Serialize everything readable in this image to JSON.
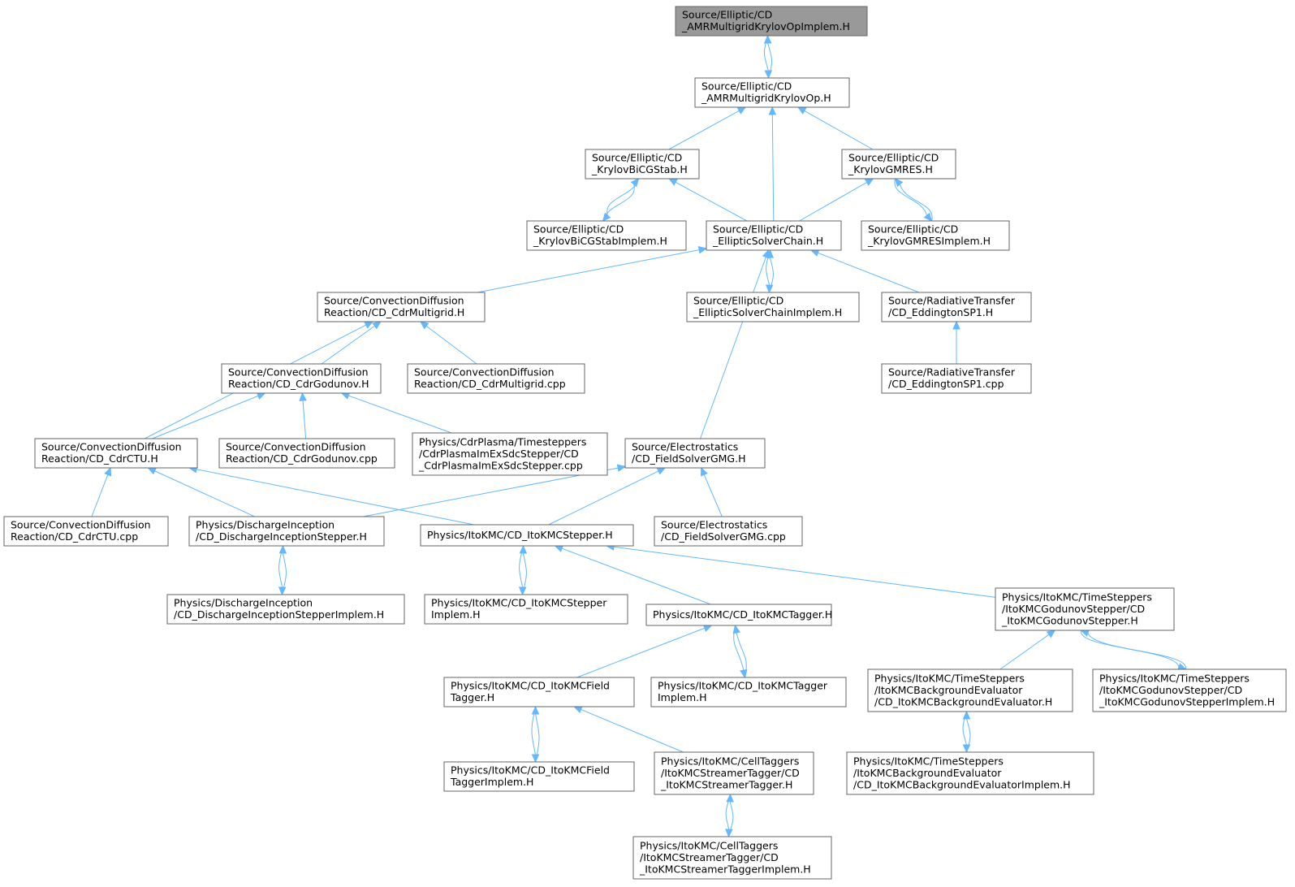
{
  "colors": {
    "edge": "#63b8ff",
    "node_border": "#666666",
    "root_fill": "#999999",
    "node_fill": "#ffffff"
  },
  "nodes": [
    {
      "id": "n0",
      "lines": [
        "Source/Elliptic/CD",
        "_AMRMultigridKrylovOpImplem.H"
      ],
      "root": true
    },
    {
      "id": "n1",
      "lines": [
        "Source/Elliptic/CD",
        "_AMRMultigridKrylovOp.H"
      ]
    },
    {
      "id": "n2",
      "lines": [
        "Source/Elliptic/CD",
        "_KrylovBiCGStab.H"
      ]
    },
    {
      "id": "n3",
      "lines": [
        "Source/Elliptic/CD",
        "_KrylovGMRES.H"
      ]
    },
    {
      "id": "n4",
      "lines": [
        "Source/Elliptic/CD",
        "_KrylovBiCGStabImplem.H"
      ]
    },
    {
      "id": "n5",
      "lines": [
        "Source/Elliptic/CD",
        "_EllipticSolverChain.H"
      ]
    },
    {
      "id": "n6",
      "lines": [
        "Source/Elliptic/CD",
        "_KrylovGMRESImplem.H"
      ]
    },
    {
      "id": "n7",
      "lines": [
        "Source/ConvectionDiffusion",
        "Reaction/CD_CdrMultigrid.H"
      ]
    },
    {
      "id": "n8",
      "lines": [
        "Source/Elliptic/CD",
        "_EllipticSolverChainImplem.H"
      ]
    },
    {
      "id": "n9",
      "lines": [
        "Source/RadiativeTransfer",
        "/CD_EddingtonSP1.H"
      ]
    },
    {
      "id": "n10",
      "lines": [
        "Source/ConvectionDiffusion",
        "Reaction/CD_CdrGodunov.H"
      ]
    },
    {
      "id": "n11",
      "lines": [
        "Source/ConvectionDiffusion",
        "Reaction/CD_CdrMultigrid.cpp"
      ]
    },
    {
      "id": "n12",
      "lines": [
        "Source/RadiativeTransfer",
        "/CD_EddingtonSP1.cpp"
      ]
    },
    {
      "id": "n13",
      "lines": [
        "Source/ConvectionDiffusion",
        "Reaction/CD_CdrCTU.H"
      ]
    },
    {
      "id": "n14",
      "lines": [
        "Source/ConvectionDiffusion",
        "Reaction/CD_CdrGodunov.cpp"
      ]
    },
    {
      "id": "n15",
      "lines": [
        "Physics/CdrPlasma/Timesteppers",
        "/CdrPlasmaImExSdcStepper/CD",
        "_CdrPlasmaImExSdcStepper.cpp"
      ]
    },
    {
      "id": "n16",
      "lines": [
        "Source/Electrostatics",
        "/CD_FieldSolverGMG.H"
      ]
    },
    {
      "id": "n17",
      "lines": [
        "Source/ConvectionDiffusion",
        "Reaction/CD_CdrCTU.cpp"
      ]
    },
    {
      "id": "n18",
      "lines": [
        "Physics/DischargeInception",
        "/CD_DischargeInceptionStepper.H"
      ]
    },
    {
      "id": "n19",
      "lines": [
        "Physics/ItoKMC/CD_ItoKMCStepper.H"
      ]
    },
    {
      "id": "n20",
      "lines": [
        "Source/Electrostatics",
        "/CD_FieldSolverGMG.cpp"
      ]
    },
    {
      "id": "n21",
      "lines": [
        "Physics/DischargeInception",
        "/CD_DischargeInceptionStepperImplem.H"
      ]
    },
    {
      "id": "n22",
      "lines": [
        "Physics/ItoKMC/CD_ItoKMCStepper",
        "Implem.H"
      ]
    },
    {
      "id": "n23",
      "lines": [
        "Physics/ItoKMC/CD_ItoKMCTagger.H"
      ]
    },
    {
      "id": "n24",
      "lines": [
        "Physics/ItoKMC/TimeSteppers",
        "/ItoKMCGodunovStepper/CD",
        "_ItoKMCGodunovStepper.H"
      ]
    },
    {
      "id": "n25",
      "lines": [
        "Physics/ItoKMC/CD_ItoKMCField",
        "Tagger.H"
      ]
    },
    {
      "id": "n26",
      "lines": [
        "Physics/ItoKMC/CD_ItoKMCTagger",
        "Implem.H"
      ]
    },
    {
      "id": "n27",
      "lines": [
        "Physics/ItoKMC/TimeSteppers",
        "/ItoKMCBackgroundEvaluator",
        "/CD_ItoKMCBackgroundEvaluator.H"
      ]
    },
    {
      "id": "n28",
      "lines": [
        "Physics/ItoKMC/TimeSteppers",
        "/ItoKMCGodunovStepper/CD",
        "_ItoKMCGodunovStepperImplem.H"
      ]
    },
    {
      "id": "n29",
      "lines": [
        "Physics/ItoKMC/CD_ItoKMCField",
        "TaggerImplem.H"
      ]
    },
    {
      "id": "n30",
      "lines": [
        "Physics/ItoKMC/CellTaggers",
        "/ItoKMCStreamerTagger/CD",
        "_ItoKMCStreamerTagger.H"
      ]
    },
    {
      "id": "n31",
      "lines": [
        "Physics/ItoKMC/TimeSteppers",
        "/ItoKMCBackgroundEvaluator",
        "/CD_ItoKMCBackgroundEvaluatorImplem.H"
      ]
    },
    {
      "id": "n32",
      "lines": [
        "Physics/ItoKMC/CellTaggers",
        "/ItoKMCStreamerTagger/CD",
        "_ItoKMCStreamerTaggerImplem.H"
      ]
    }
  ],
  "edges": [
    [
      "n1",
      "n0"
    ],
    [
      "n0",
      "n1"
    ],
    [
      "n2",
      "n1"
    ],
    [
      "n3",
      "n1"
    ],
    [
      "n5",
      "n1"
    ],
    [
      "n4",
      "n2"
    ],
    [
      "n2",
      "n4"
    ],
    [
      "n5",
      "n2"
    ],
    [
      "n6",
      "n3"
    ],
    [
      "n3",
      "n6"
    ],
    [
      "n5",
      "n3"
    ],
    [
      "n7",
      "n5"
    ],
    [
      "n16",
      "n5"
    ],
    [
      "n8",
      "n5"
    ],
    [
      "n5",
      "n8"
    ],
    [
      "n9",
      "n5"
    ],
    [
      "n10",
      "n7"
    ],
    [
      "n11",
      "n7"
    ],
    [
      "n13",
      "n7"
    ],
    [
      "n12",
      "n9"
    ],
    [
      "n13",
      "n10"
    ],
    [
      "n14",
      "n10"
    ],
    [
      "n15",
      "n10"
    ],
    [
      "n17",
      "n13"
    ],
    [
      "n18",
      "n13"
    ],
    [
      "n19",
      "n13"
    ],
    [
      "n18",
      "n16"
    ],
    [
      "n19",
      "n16"
    ],
    [
      "n20",
      "n16"
    ],
    [
      "n21",
      "n18"
    ],
    [
      "n18",
      "n21"
    ],
    [
      "n22",
      "n19"
    ],
    [
      "n19",
      "n22"
    ],
    [
      "n23",
      "n19"
    ],
    [
      "n24",
      "n19"
    ],
    [
      "n25",
      "n23"
    ],
    [
      "n26",
      "n23"
    ],
    [
      "n23",
      "n26"
    ],
    [
      "n27",
      "n24"
    ],
    [
      "n28",
      "n24"
    ],
    [
      "n24",
      "n28"
    ],
    [
      "n29",
      "n25"
    ],
    [
      "n25",
      "n29"
    ],
    [
      "n30",
      "n25"
    ],
    [
      "n31",
      "n27"
    ],
    [
      "n27",
      "n31"
    ],
    [
      "n32",
      "n30"
    ],
    [
      "n30",
      "n32"
    ]
  ]
}
